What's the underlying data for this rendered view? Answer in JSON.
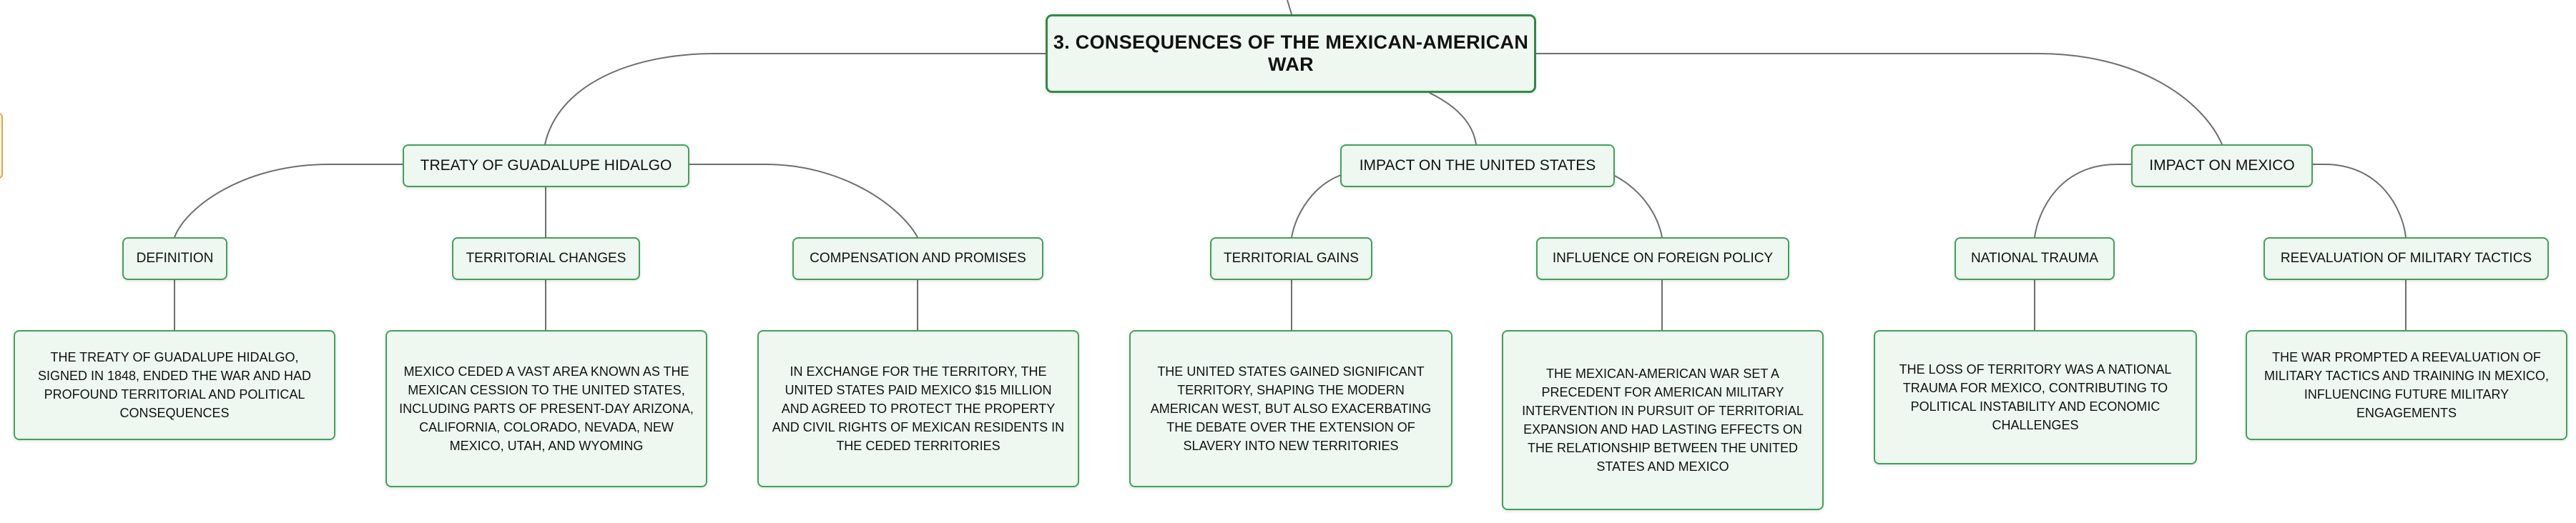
{
  "root": {
    "label": "3. CONSEQUENCES OF THE MEXICAN-AMERICAN WAR"
  },
  "branches": [
    {
      "label": "TREATY OF GUADALUPE HIDALGO",
      "children": [
        {
          "label": "DEFINITION",
          "detail": "THE TREATY OF GUADALUPE HIDALGO, SIGNED IN 1848, ENDED THE WAR AND HAD PROFOUND TERRITORIAL AND POLITICAL CONSEQUENCES"
        },
        {
          "label": "TERRITORIAL CHANGES",
          "detail": "MEXICO CEDED A VAST AREA KNOWN AS THE MEXICAN CESSION TO THE UNITED STATES, INCLUDING PARTS OF PRESENT-DAY ARIZONA, CALIFORNIA, COLORADO, NEVADA, NEW MEXICO, UTAH, AND WYOMING"
        },
        {
          "label": "COMPENSATION AND PROMISES",
          "detail": "IN EXCHANGE FOR THE TERRITORY, THE UNITED STATES PAID MEXICO $15 MILLION AND AGREED TO PROTECT THE PROPERTY AND CIVIL RIGHTS OF MEXICAN RESIDENTS IN THE CEDED TERRITORIES"
        }
      ]
    },
    {
      "label": "IMPACT ON THE UNITED STATES",
      "children": [
        {
          "label": "TERRITORIAL GAINS",
          "detail": "THE UNITED STATES GAINED SIGNIFICANT TERRITORY, SHAPING THE MODERN AMERICAN WEST, BUT ALSO EXACERBATING THE DEBATE OVER THE EXTENSION OF SLAVERY INTO NEW TERRITORIES"
        },
        {
          "label": "INFLUENCE ON FOREIGN POLICY",
          "detail": "THE MEXICAN-AMERICAN WAR SET A PRECEDENT FOR AMERICAN MILITARY INTERVENTION IN PURSUIT OF TERRITORIAL EXPANSION AND HAD LASTING EFFECTS ON THE RELATIONSHIP BETWEEN THE UNITED STATES AND MEXICO"
        }
      ]
    },
    {
      "label": "IMPACT ON MEXICO",
      "children": [
        {
          "label": "NATIONAL TRAUMA",
          "detail": "THE LOSS OF TERRITORY WAS A NATIONAL TRAUMA FOR MEXICO, CONTRIBUTING TO POLITICAL INSTABILITY AND ECONOMIC CHALLENGES"
        },
        {
          "label": "REEVALUATION OF MILITARY TACTICS",
          "detail": "THE WAR PROMPTED A REEVALUATION OF MILITARY TACTICS AND TRAINING IN MEXICO, INFLUENCING FUTURE MILITARY ENGAGEMENTS"
        }
      ]
    }
  ]
}
